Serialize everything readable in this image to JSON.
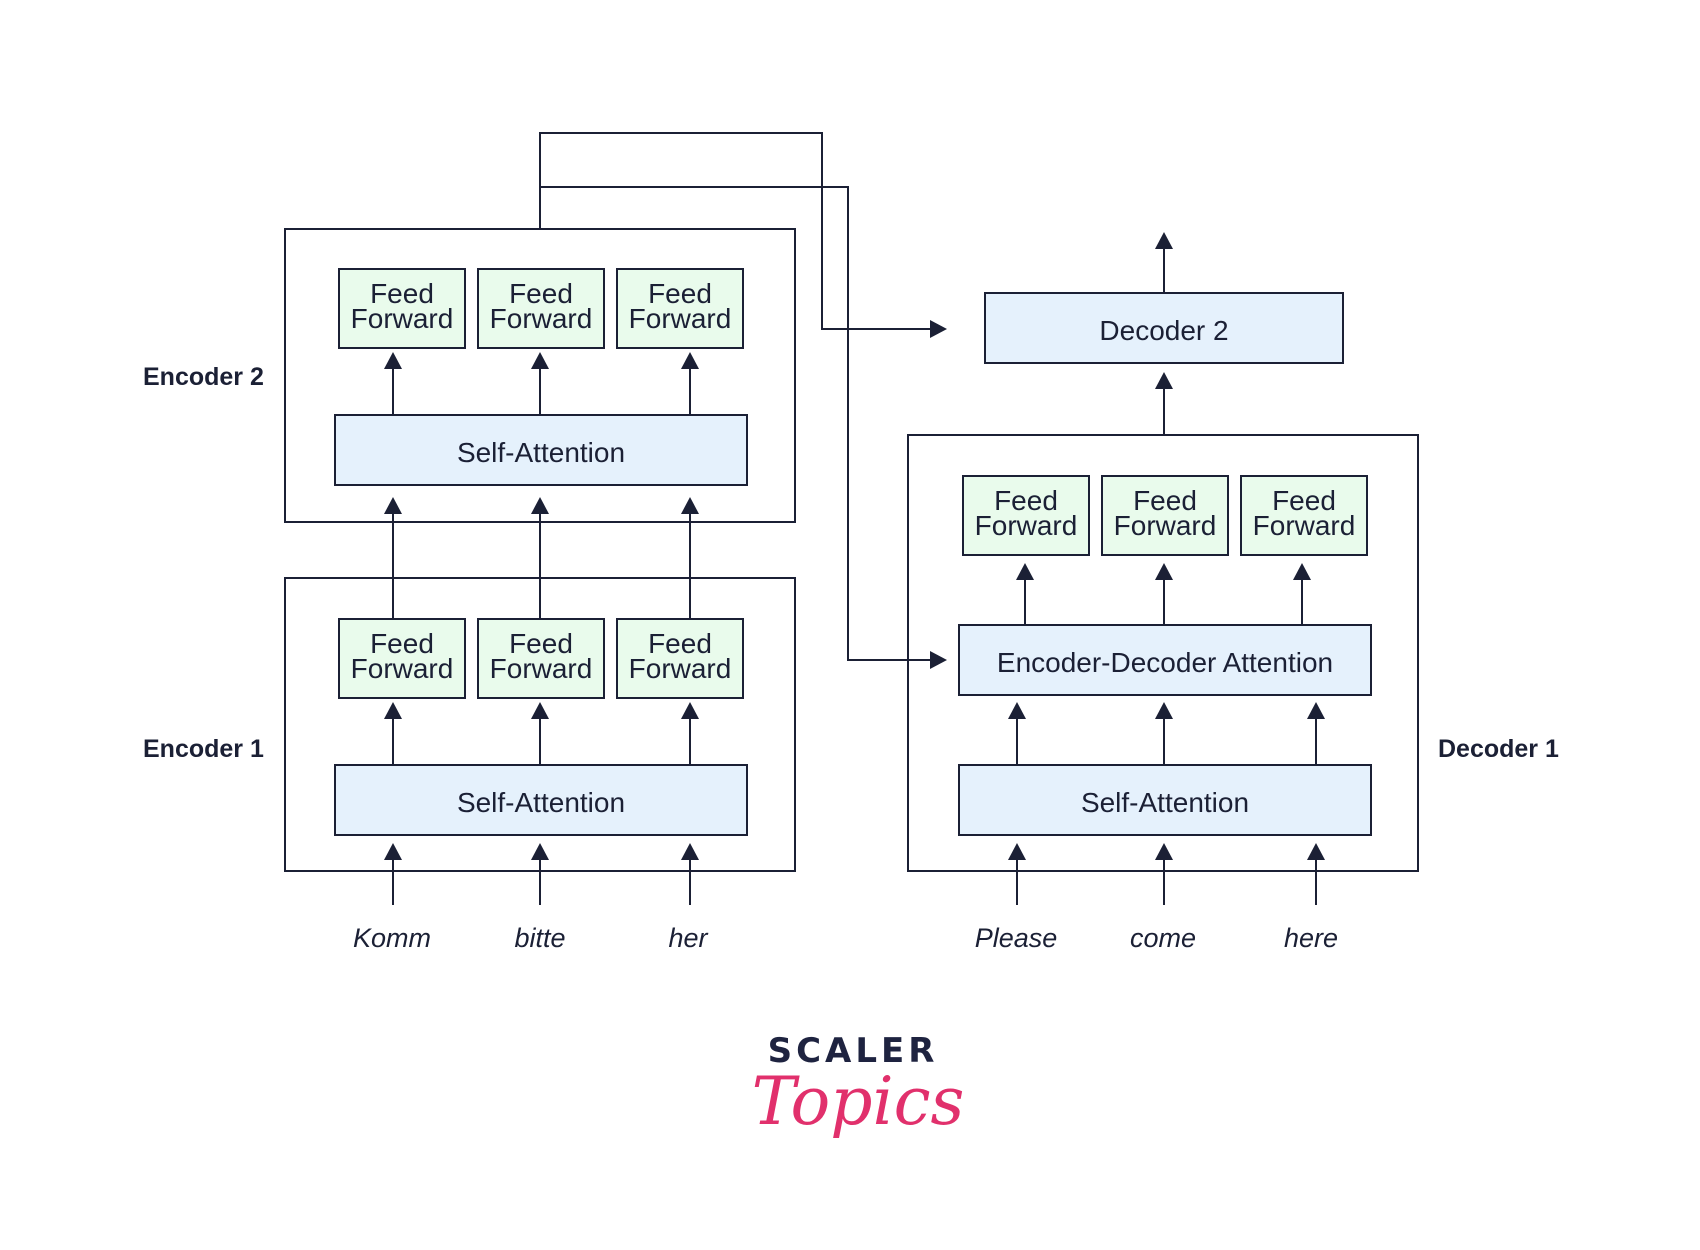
{
  "labels": {
    "encoder2": "Encoder 2",
    "encoder1": "Encoder 1",
    "decoder1": "Decoder 1",
    "decoder2": "Decoder 2"
  },
  "blocks": {
    "feed_line1": "Feed",
    "feed_line2": "Forward",
    "self_attention": "Self-Attention",
    "enc_dec_attention": "Encoder-Decoder Attention"
  },
  "inputs": {
    "encoder": [
      "Komm",
      "bitte",
      "her"
    ],
    "decoder": [
      "Please",
      "come",
      "here"
    ]
  },
  "logo": {
    "line1": "SCALER",
    "line2": "Topics"
  },
  "colors": {
    "line": "#1b2035",
    "feed_forward_fill": "#e9fbec",
    "attention_fill": "#e5f1fc",
    "logo_dark": "#1e2340",
    "logo_accent": "#e1306c"
  }
}
